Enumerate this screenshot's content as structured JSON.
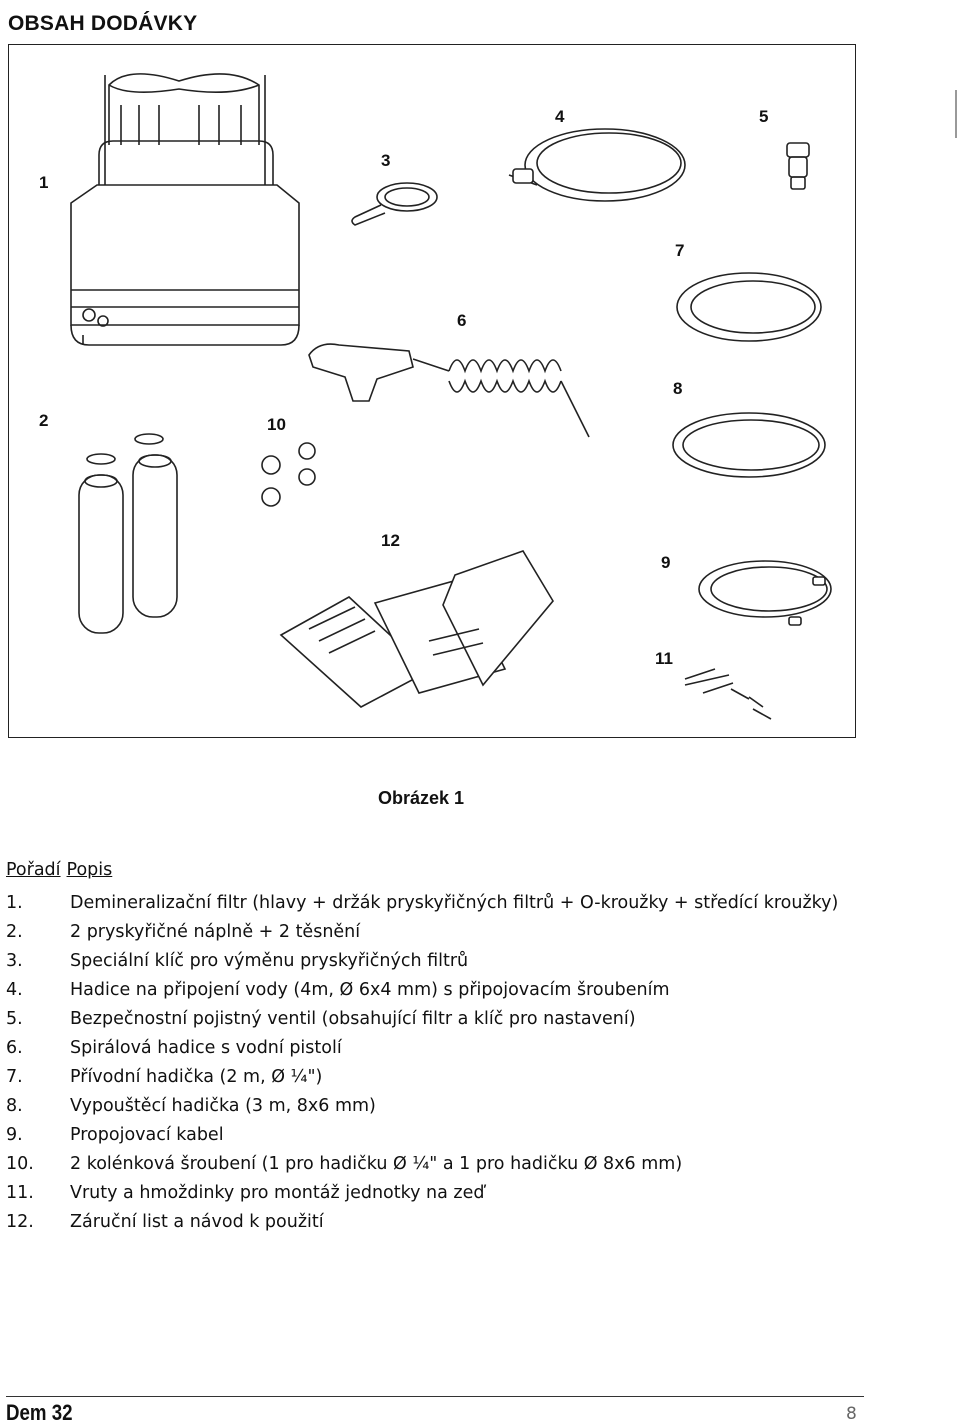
{
  "header": {
    "title": "OBSAH DODÁVKY"
  },
  "figure": {
    "labels": [
      "1",
      "2",
      "3",
      "4",
      "5",
      "6",
      "7",
      "8",
      "9",
      "10",
      "11",
      "12"
    ],
    "caption": "Obrázek 1"
  },
  "list": {
    "header": {
      "order": "Pořadí",
      "description": "Popis"
    },
    "items": [
      {
        "n": "1.",
        "text": "Demineralizační filtr (hlavy + držák pryskyřičných filtrů + O-kroužky + středící kroužky)"
      },
      {
        "n": "2.",
        "text": "2 pryskyřičné náplně + 2 těsnění"
      },
      {
        "n": "3.",
        "text": "Speciální klíč pro výměnu pryskyřičných filtrů"
      },
      {
        "n": "4.",
        "text": "Hadice na připojení vody (4m, Ø 6x4 mm) s připojovacím šroubením"
      },
      {
        "n": "5.",
        "text": "Bezpečnostní pojistný ventil (obsahující filtr a klíč pro nastavení)"
      },
      {
        "n": "6.",
        "text": "Spirálová hadice s vodní pistolí"
      },
      {
        "n": "7.",
        "text": "Přívodní hadička (2 m, Ø ¼\")"
      },
      {
        "n": "8.",
        "text": "Vypouštěcí hadička (3 m, 8x6 mm)"
      },
      {
        "n": "9.",
        "text": "Propojovací kabel"
      },
      {
        "n": "10.",
        "text": "2 kolénková šroubení (1 pro hadičku Ø ¼\" a 1 pro hadičku Ø 8x6 mm)"
      },
      {
        "n": "11.",
        "text": "Vruty a hmoždinky pro montáž jednotky na zeď"
      },
      {
        "n": "12.",
        "text": "Záruční list a návod k použití"
      }
    ]
  },
  "footer": {
    "brand": "Dem 32",
    "page": "8"
  }
}
